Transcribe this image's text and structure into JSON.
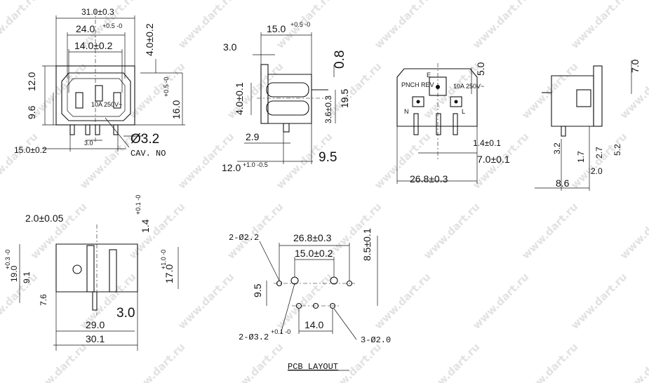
{
  "watermark": {
    "text": "www.dart.ru"
  },
  "front_view": {
    "dims": {
      "overall_width": "31.0±0.3",
      "inner_width": "24.0",
      "inner_width_tol": "+0.5 -0",
      "slot_span": "14.0±0.2",
      "top_offset": "4.0±0.2",
      "height_12": "12.0",
      "height_9_6": "9.6",
      "height_16": "16.0",
      "height_16_tol": "+0.5 -0",
      "pin_gap": "3.0",
      "pin_span": "15.0±0.2",
      "hole_dia": "Ø3.2"
    },
    "label_cav": "CAV. NO",
    "rating_text": "10A 250V~"
  },
  "side_view": {
    "dims": {
      "top_width": "15.0",
      "top_width_tol": "+0.5 -0",
      "flange": "3.0",
      "thickness": "0.8",
      "pin_offset": "4.0±0.1",
      "height": "19.5",
      "pin_pitch": "3.6±0.3",
      "base": "2.9",
      "depth": "9.5",
      "length": "12.0",
      "length_tol": "+1.0 -0.5"
    }
  },
  "back_view": {
    "dims": {
      "top": "5.0",
      "pin_w": "1.4±0.1",
      "pin_spacing": "7.0±0.1",
      "overall": "26.8±0.3"
    },
    "labels": {
      "n": "N",
      "l": "L",
      "e": "E",
      "rating": "10A 250V~",
      "brand": "PNCH REV"
    }
  },
  "right_view": {
    "dims": {
      "top": "7.0",
      "d3_2": "3.2",
      "d1_7": "1.7",
      "d2_7": "2.7",
      "d5_2": "5.2",
      "d2_0": "2.0",
      "d8_6": "8.6"
    }
  },
  "section_view": {
    "dims": {
      "top": "2.0±0.05",
      "pin": "1.4",
      "pin_tol": "+0.1 -0",
      "height_19": "19.0",
      "height_19_tol": "+0.3 -0",
      "h9_1": "9.1",
      "h17": "17.0",
      "h17_tol": "+1.0 -0",
      "h7_6": "7.6",
      "w29": "29.0",
      "pin3": "3.0",
      "w30_1": "30.1"
    }
  },
  "pcb_layout": {
    "title": "PCB LAYOUT",
    "dims": {
      "holes_small": "2-Ø2.2",
      "span": "26.8±0.3",
      "inner": "15.0±0.2",
      "height": "8.5±0.1",
      "row_gap": "9.5",
      "pin_span": "14.0",
      "holes_big": "2-Ø3.2",
      "holes_big_tol": "+0.1 -0",
      "holes_pin": "3-Ø2.0"
    }
  }
}
